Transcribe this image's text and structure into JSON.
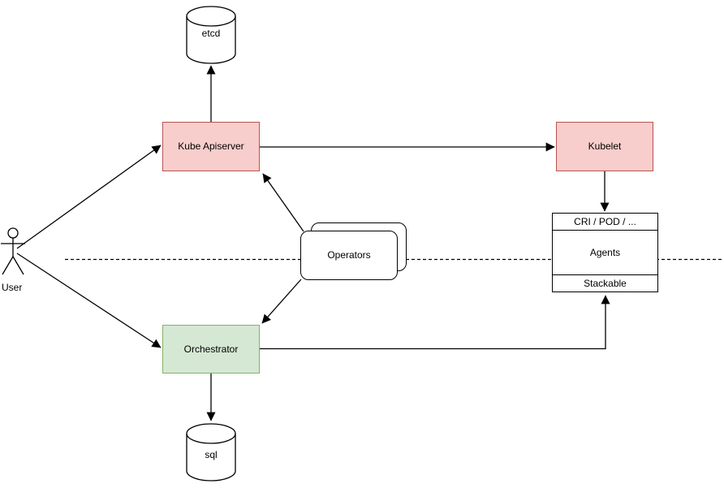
{
  "diagram": {
    "type": "architecture-flow",
    "background": "#ffffff",
    "line_color": "#000000",
    "nodes": {
      "user": {
        "label": "User",
        "shape": "actor"
      },
      "etcd": {
        "label": "etcd",
        "shape": "cylinder",
        "fill": "#ffffff",
        "border": "#000000"
      },
      "kube_apiserver": {
        "label": "Kube Apiserver",
        "shape": "rectangle",
        "fill": "#f8cecc",
        "border": "#b85450"
      },
      "kubelet": {
        "label": "Kubelet",
        "shape": "rectangle",
        "fill": "#f8cecc",
        "border": "#b85450"
      },
      "operators": {
        "label": "Operators",
        "shape": "stacked-rounded-rectangle",
        "fill": "#ffffff",
        "border": "#000000"
      },
      "orchestrator": {
        "label": "Orchestrator",
        "shape": "rectangle",
        "fill": "#d5e8d4",
        "border": "#82b366"
      },
      "agents": {
        "header": "CRI / POD / ...",
        "body": "Agents",
        "footer": "Stackable",
        "shape": "partitioned-rectangle",
        "fill": "#ffffff",
        "border": "#000000"
      },
      "sql": {
        "label": "sql",
        "shape": "cylinder",
        "fill": "#ffffff",
        "border": "#000000"
      }
    },
    "edges": [
      {
        "from": "user",
        "to": "kube_apiserver",
        "style": "solid-arrow"
      },
      {
        "from": "user",
        "to": "orchestrator",
        "style": "solid-arrow"
      },
      {
        "from": "kube_apiserver",
        "to": "etcd",
        "style": "solid-arrow"
      },
      {
        "from": "kube_apiserver",
        "to": "kubelet",
        "style": "solid-arrow"
      },
      {
        "from": "operators",
        "to": "kube_apiserver",
        "style": "solid-arrow"
      },
      {
        "from": "operators",
        "to": "orchestrator",
        "style": "solid-arrow"
      },
      {
        "from": "kubelet",
        "to": "agents",
        "style": "solid-arrow"
      },
      {
        "from": "orchestrator",
        "to": "agents_footer",
        "style": "solid-arrow-elbow"
      },
      {
        "from": "orchestrator",
        "to": "sql",
        "style": "solid-arrow"
      },
      {
        "name": "separator",
        "style": "dashed-horizontal-line"
      }
    ]
  }
}
